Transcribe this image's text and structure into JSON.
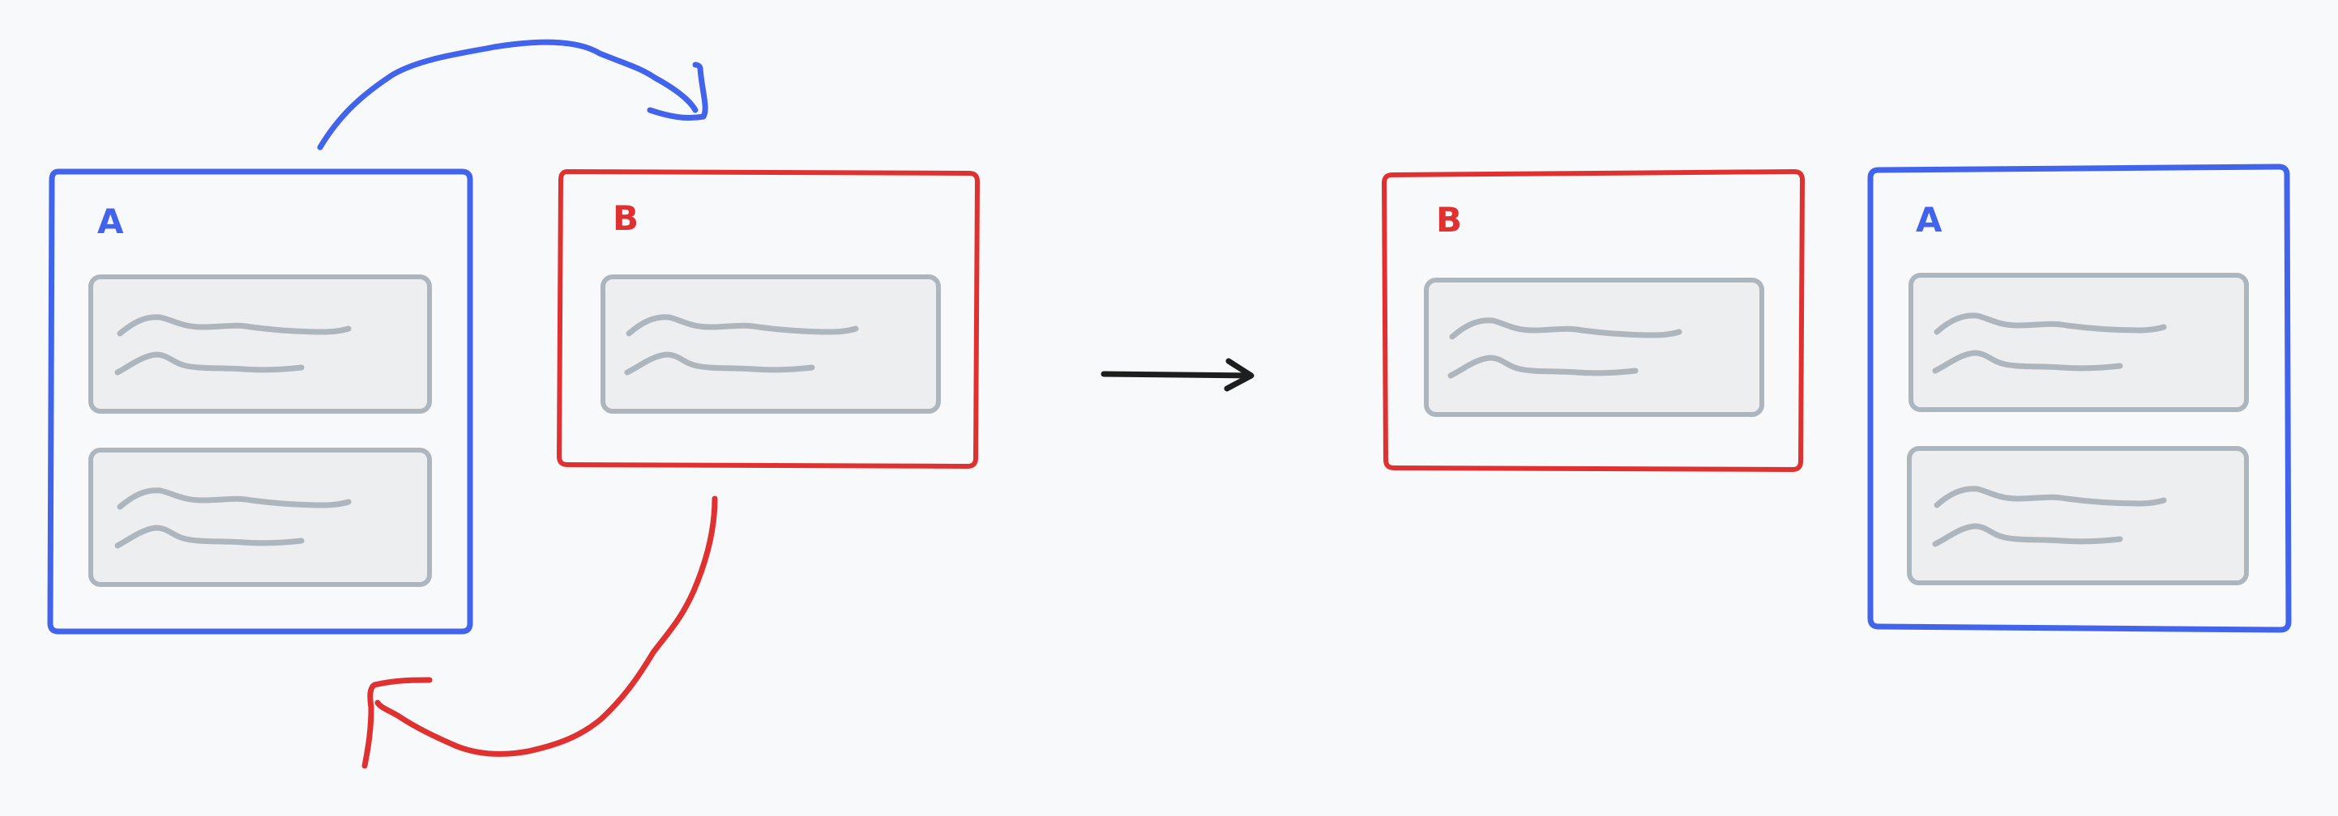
{
  "colors": {
    "background": "#f8f9fa",
    "blue": "#4263eb",
    "red": "#e03131",
    "gray": "#adb5bd",
    "card_fill": "#eceef0",
    "arrow": "#1e1e1e"
  },
  "before": {
    "box_a": {
      "label": "A",
      "cards": 2
    },
    "box_b": {
      "label": "B",
      "cards": 1
    }
  },
  "after": {
    "box_b": {
      "label": "B",
      "cards": 1
    },
    "box_a": {
      "label": "A",
      "cards": 2
    }
  }
}
